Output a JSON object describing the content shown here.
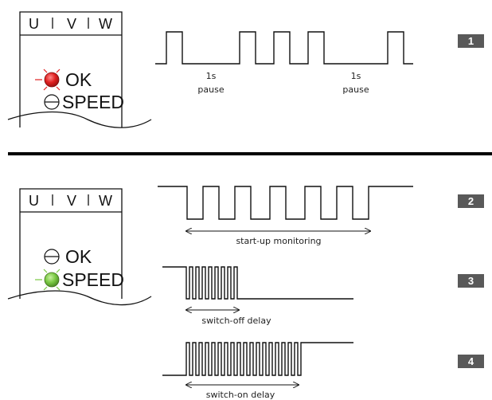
{
  "colors": {
    "led_red": "#e02020",
    "led_green": "#7ac943",
    "badge_bg": "#595959",
    "line": "#111111"
  },
  "device": {
    "u_label": "U",
    "v_label": "V",
    "w_label": "W",
    "ok_label": "OK",
    "speed_label": "SPEED"
  },
  "top_panel": {
    "led_state": {
      "ok": "red-flashing",
      "speed": "off"
    },
    "pause_line1": "1s",
    "pause_line2": "pause",
    "badge": "1"
  },
  "bottom_panel": {
    "led_state": {
      "ok": "off",
      "speed": "green-flashing"
    },
    "wave2": {
      "label": "start-up monitoring",
      "badge": "2"
    },
    "wave3": {
      "label": "switch-off delay",
      "badge": "3"
    },
    "wave4": {
      "label": "switch-on delay",
      "badge": "4"
    }
  }
}
